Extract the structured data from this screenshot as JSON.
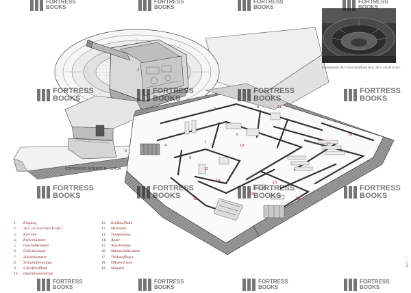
{
  "caption": "Fundament der Geschützbank Kal. 30,5 cm-K14 (r).",
  "copyright": "COPYRIGHT ROBERT M. JURGA",
  "page_number": "179",
  "watermark": {
    "line1": "FORTRESS",
    "line2": "BOOKS"
  },
  "legend_left": [
    {
      "num": "1.",
      "label": "Eingang"
    },
    {
      "num": "2.",
      "label": "30,5 cm-Geschütz K14(r)"
    },
    {
      "num": "3.",
      "label": "Korridor"
    },
    {
      "num": "4.",
      "label": "Pulverkammer"
    },
    {
      "num": "5.",
      "label": "Geschoßkammer"
    },
    {
      "num": "6.",
      "label": "Gefechtsstand"
    },
    {
      "num": "7.",
      "label": "Zünderkammer"
    },
    {
      "num": "8.",
      "label": "Schutzlüfteranlage"
    },
    {
      "num": "9.",
      "label": "9.Kraftstofflank"
    },
    {
      "num": "10.",
      "label": "Operationszentrale"
    }
  ],
  "legend_right": [
    {
      "num": "11.",
      "label": "Kraftstofflank"
    },
    {
      "num": "12.",
      "label": "Heizraum"
    },
    {
      "num": "13.",
      "label": "Treppenhaus"
    },
    {
      "num": "14.",
      "label": "Abort"
    },
    {
      "num": "15.",
      "label": "Waschräume"
    },
    {
      "num": "16.",
      "label": "Mannschaftsräume"
    },
    {
      "num": "17.",
      "label": "Treibstofflager"
    },
    {
      "num": "18.",
      "label": "Offiziersraum"
    },
    {
      "num": "19.",
      "label": "Magazin"
    }
  ],
  "room_numbers": [
    "1",
    "2",
    "3",
    "4",
    "5",
    "6",
    "7",
    "8",
    "9",
    "10",
    "11",
    "12",
    "13",
    "14",
    "15",
    "16",
    "17",
    "18",
    "19"
  ],
  "colors": {
    "wall": "#7a7a7a",
    "accent_red": "#a01818",
    "legend_text": "#8a1c1c",
    "photo_bg": "#2a2a2a"
  }
}
